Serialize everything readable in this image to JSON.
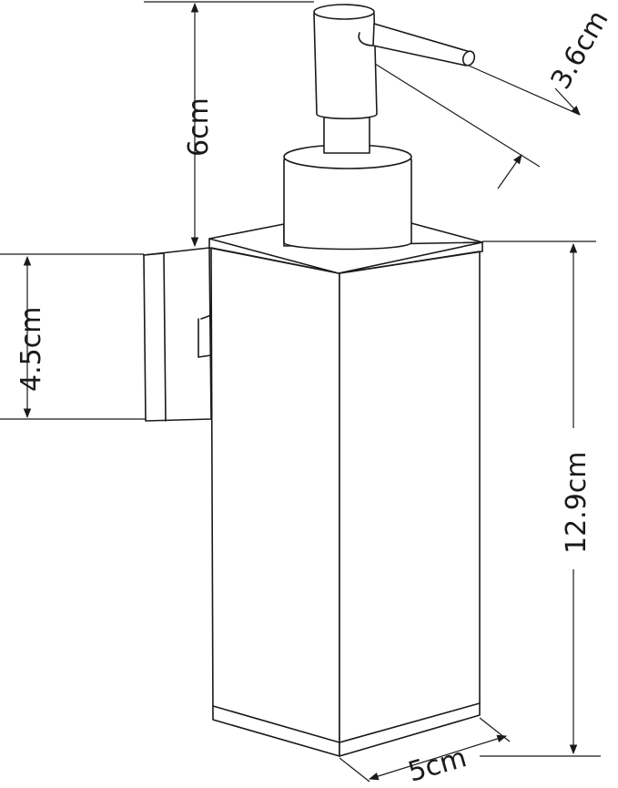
{
  "dimensions": {
    "pump_height": "6cm",
    "spout_length": "3.6cm",
    "bracket_height": "4.5cm",
    "body_height": "12.9cm",
    "base_width": "5cm"
  }
}
